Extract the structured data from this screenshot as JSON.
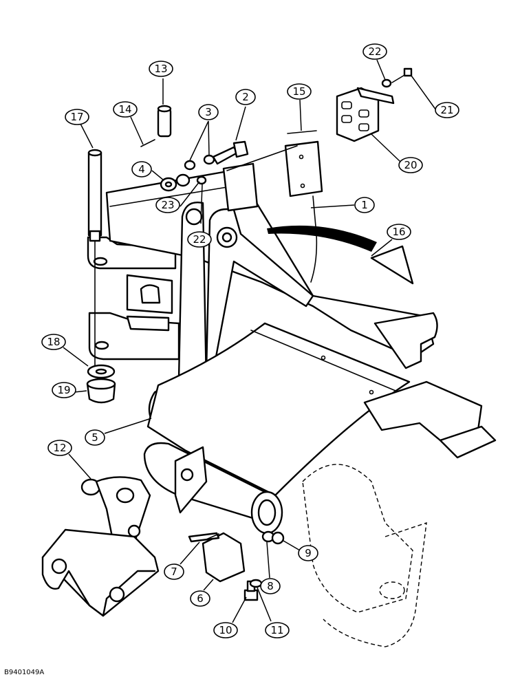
{
  "drawing_code": "B9401049A",
  "callouts": [
    "1",
    "2",
    "3",
    "4",
    "5",
    "6",
    "7",
    "8",
    "9",
    "10",
    "11",
    "12",
    "13",
    "14",
    "15",
    "16",
    "17",
    "18",
    "19",
    "20",
    "21",
    "22",
    "22",
    "23"
  ]
}
